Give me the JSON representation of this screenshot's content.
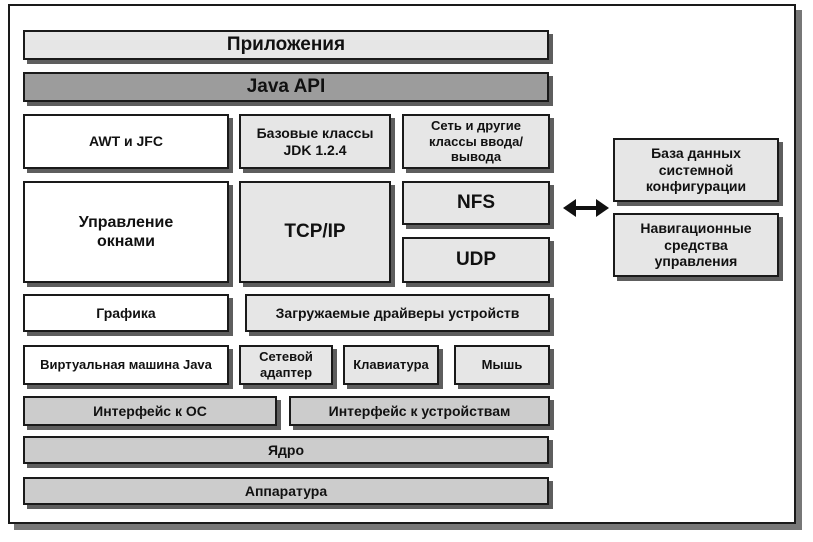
{
  "layers": {
    "applications": "Приложения",
    "java_api": "Java API",
    "awt_jfc": "AWT и JFC",
    "base_classes": "Базовые классы JDK 1.2.4",
    "network_io": "Сеть и другие классы ввода/вывода",
    "window_mgmt": "Управление окнами",
    "tcp_ip": "TCP/IP",
    "nfs": "NFS",
    "udp": "UDP",
    "graphics": "Графика",
    "loadable_drivers": "Загружаемые драйверы устройств",
    "jvm": "Виртуальная машина Java",
    "network_adapter": "Сетевой адаптер",
    "keyboard": "Клавиатура",
    "mouse": "Мышь",
    "os_interface": "Интерфейс к ОС",
    "device_interface": "Интерфейс к устройствам",
    "kernel": "Ядро",
    "hardware": "Аппаратура"
  },
  "side": {
    "config_db": "База данных системной конфигурации",
    "nav_tools": "Навигационные средства управления"
  },
  "arrow": {
    "icon": "double-arrow-icon",
    "color": "#111111"
  }
}
